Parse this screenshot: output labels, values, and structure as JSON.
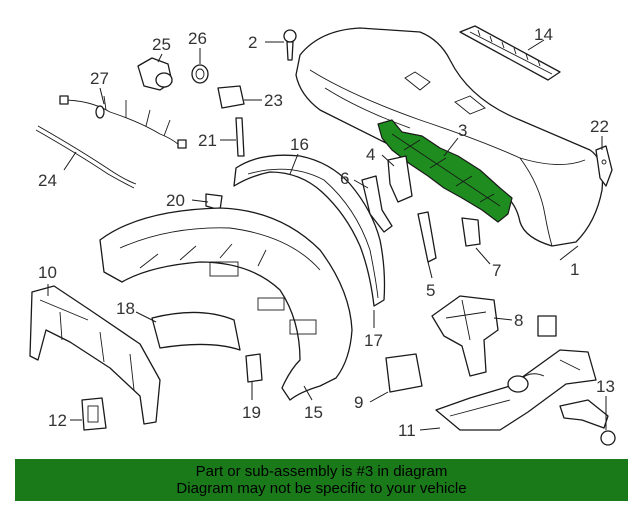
{
  "callouts": {
    "c1": "1",
    "c2": "2",
    "c3": "3",
    "c4": "4",
    "c5": "5",
    "c6": "6",
    "c7": "7",
    "c8": "8",
    "c9": "9",
    "c10": "10",
    "c11": "11",
    "c12": "12",
    "c13": "13",
    "c14": "14",
    "c15": "15",
    "c16": "16",
    "c17": "17",
    "c18": "18",
    "c19": "19",
    "c20": "20",
    "c21": "21",
    "c22": "22",
    "c23": "23",
    "c24": "24",
    "c25": "25",
    "c26": "26",
    "c27": "27"
  },
  "highlighted_part": "3",
  "colors": {
    "highlight": "#1e8c1e",
    "banner": "#1a7a1a",
    "line": "#1a1a1a"
  },
  "banner": {
    "line1": "Part or sub-assembly is #3 in diagram",
    "line2": "Diagram may not be specific to your vehicle"
  }
}
